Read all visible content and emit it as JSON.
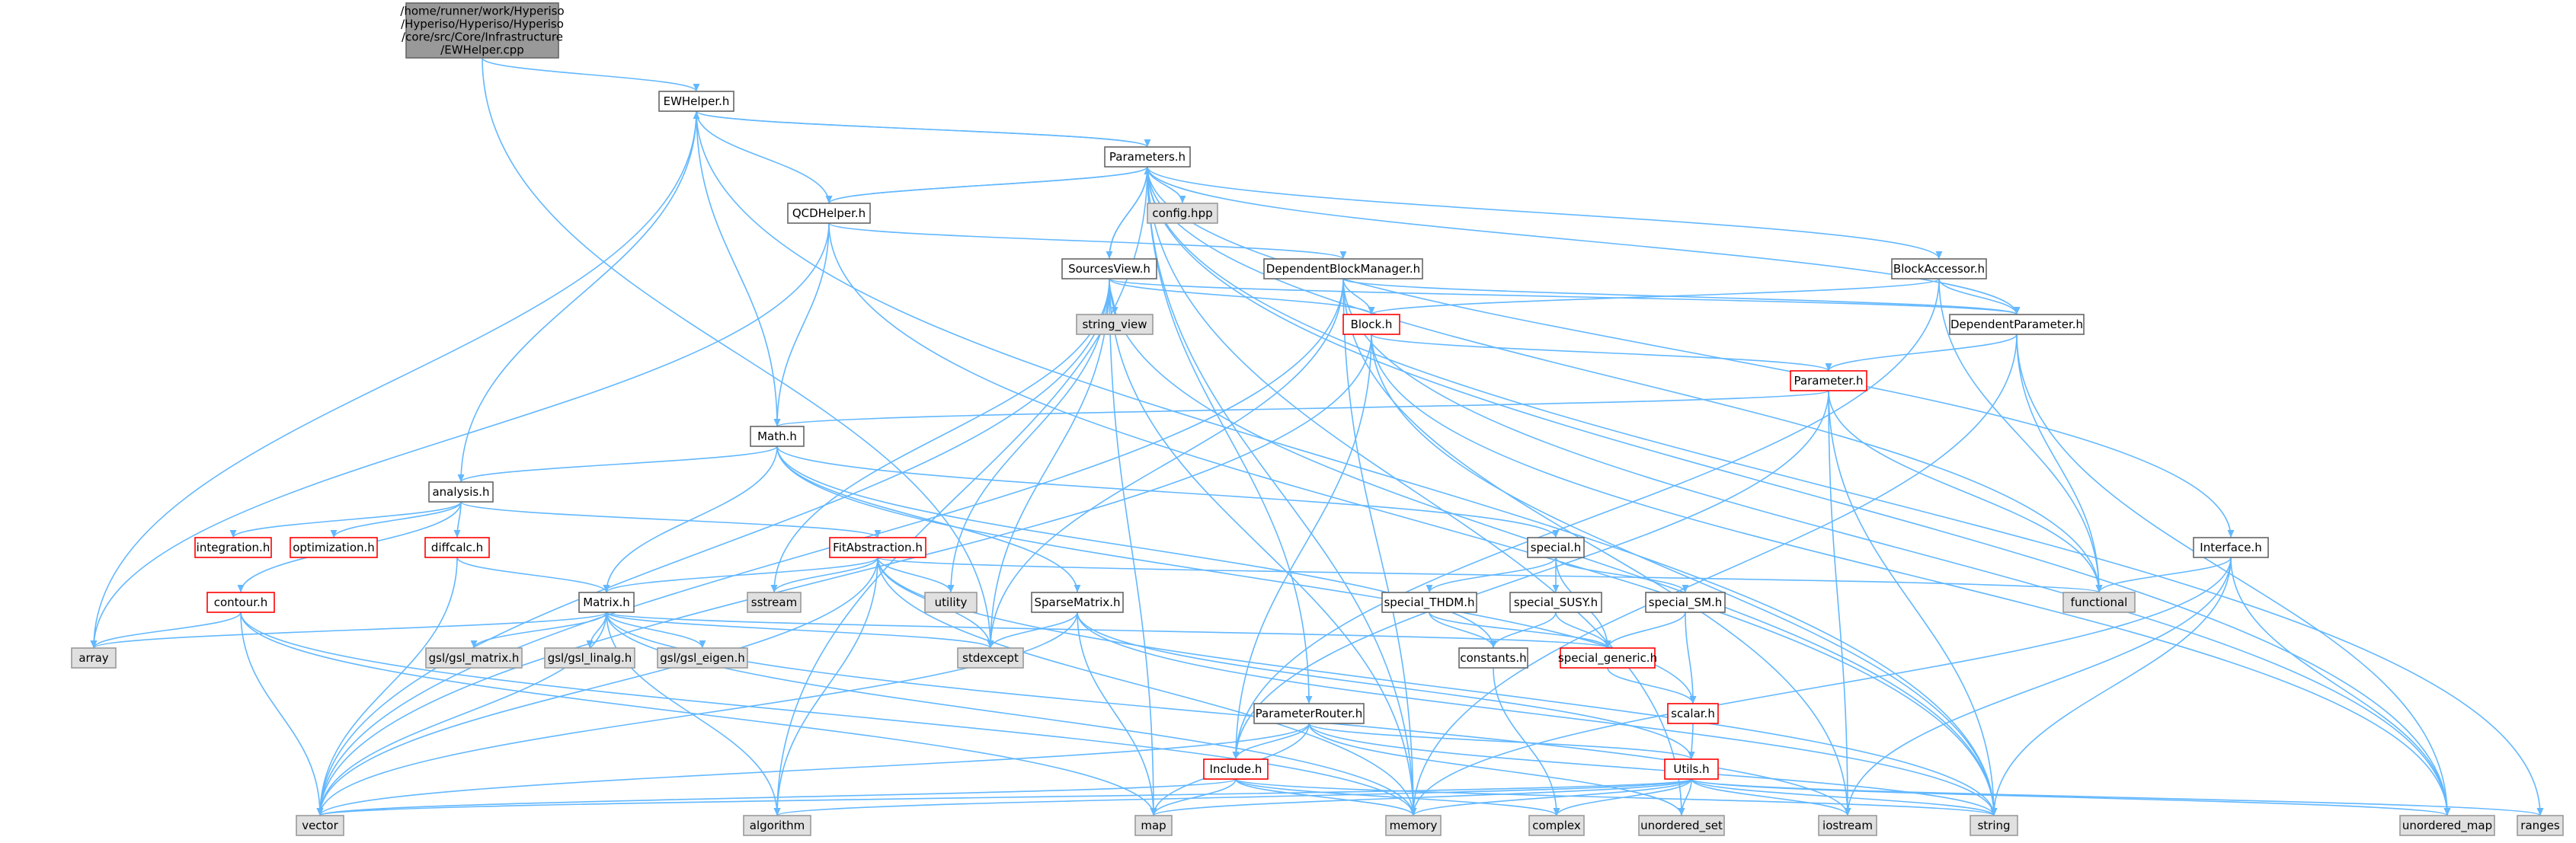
{
  "theme": {
    "edge_color": "#63b8ff",
    "node_default_fill": "#ffffff",
    "node_default_stroke": "#666666",
    "node_system_fill": "#e0e0e0",
    "node_system_stroke": "#999999",
    "node_red_stroke": "#ff0000",
    "node_root_fill": "#999999",
    "node_root_stroke": "#666666"
  },
  "nodes": [
    {
      "id": "root",
      "lines": [
        "/home/runner/work/Hyperiso",
        "/Hyperiso/Hyperiso/Hyperiso",
        "/core/src/Core/Infrastructure",
        "/EWHelper.cpp"
      ],
      "style": "root"
    },
    {
      "id": "ewhelper",
      "lines": [
        "EWHelper.h"
      ],
      "style": "default"
    },
    {
      "id": "parameters",
      "lines": [
        "Parameters.h"
      ],
      "style": "default"
    },
    {
      "id": "config",
      "lines": [
        "config.hpp"
      ],
      "style": "system"
    },
    {
      "id": "qcdhelper",
      "lines": [
        "QCDHelper.h"
      ],
      "style": "default"
    },
    {
      "id": "sourcesview",
      "lines": [
        "SourcesView.h"
      ],
      "style": "default"
    },
    {
      "id": "depblockmgr",
      "lines": [
        "DependentBlockManager.h"
      ],
      "style": "default"
    },
    {
      "id": "blockaccessor",
      "lines": [
        "BlockAccessor.h"
      ],
      "style": "default"
    },
    {
      "id": "string_view",
      "lines": [
        "string_view"
      ],
      "style": "system"
    },
    {
      "id": "block",
      "lines": [
        "Block.h"
      ],
      "style": "red"
    },
    {
      "id": "depparam",
      "lines": [
        "DependentParameter.h"
      ],
      "style": "default"
    },
    {
      "id": "parameter",
      "lines": [
        "Parameter.h"
      ],
      "style": "red"
    },
    {
      "id": "math",
      "lines": [
        "Math.h"
      ],
      "style": "default"
    },
    {
      "id": "analysis",
      "lines": [
        "analysis.h"
      ],
      "style": "default"
    },
    {
      "id": "integration",
      "lines": [
        "integration.h"
      ],
      "style": "red"
    },
    {
      "id": "optimization",
      "lines": [
        "optimization.h"
      ],
      "style": "red"
    },
    {
      "id": "diffcalc",
      "lines": [
        "diffcalc.h"
      ],
      "style": "red"
    },
    {
      "id": "fitabstraction",
      "lines": [
        "FitAbstraction.h"
      ],
      "style": "red"
    },
    {
      "id": "special",
      "lines": [
        "special.h"
      ],
      "style": "default"
    },
    {
      "id": "interface",
      "lines": [
        "Interface.h"
      ],
      "style": "default"
    },
    {
      "id": "contour",
      "lines": [
        "contour.h"
      ],
      "style": "red"
    },
    {
      "id": "matrix",
      "lines": [
        "Matrix.h"
      ],
      "style": "default"
    },
    {
      "id": "sstream",
      "lines": [
        "sstream"
      ],
      "style": "system"
    },
    {
      "id": "utility",
      "lines": [
        "utility"
      ],
      "style": "system"
    },
    {
      "id": "sparsematrix",
      "lines": [
        "SparseMatrix.h"
      ],
      "style": "default"
    },
    {
      "id": "special_thdm",
      "lines": [
        "special_THDM.h"
      ],
      "style": "default"
    },
    {
      "id": "special_susy",
      "lines": [
        "special_SUSY.h"
      ],
      "style": "default"
    },
    {
      "id": "special_sm",
      "lines": [
        "special_SM.h"
      ],
      "style": "default"
    },
    {
      "id": "functional",
      "lines": [
        "functional"
      ],
      "style": "system"
    },
    {
      "id": "array",
      "lines": [
        "array"
      ],
      "style": "system"
    },
    {
      "id": "gsl_matrix",
      "lines": [
        "gsl/gsl_matrix.h"
      ],
      "style": "system"
    },
    {
      "id": "gsl_linalg",
      "lines": [
        "gsl/gsl_linalg.h"
      ],
      "style": "system"
    },
    {
      "id": "gsl_eigen",
      "lines": [
        "gsl/gsl_eigen.h"
      ],
      "style": "system"
    },
    {
      "id": "stdexcept",
      "lines": [
        "stdexcept"
      ],
      "style": "system"
    },
    {
      "id": "constants",
      "lines": [
        "constants.h"
      ],
      "style": "default"
    },
    {
      "id": "special_generic",
      "lines": [
        "special_generic.h"
      ],
      "style": "red"
    },
    {
      "id": "scalar",
      "lines": [
        "scalar.h"
      ],
      "style": "red"
    },
    {
      "id": "paramrouter",
      "lines": [
        "ParameterRouter.h"
      ],
      "style": "default"
    },
    {
      "id": "include",
      "lines": [
        "Include.h"
      ],
      "style": "red"
    },
    {
      "id": "utils",
      "lines": [
        "Utils.h"
      ],
      "style": "red"
    },
    {
      "id": "vector",
      "lines": [
        "vector"
      ],
      "style": "system"
    },
    {
      "id": "algorithm",
      "lines": [
        "algorithm"
      ],
      "style": "system"
    },
    {
      "id": "map",
      "lines": [
        "map"
      ],
      "style": "system"
    },
    {
      "id": "memory",
      "lines": [
        "memory"
      ],
      "style": "system"
    },
    {
      "id": "complex",
      "lines": [
        "complex"
      ],
      "style": "system"
    },
    {
      "id": "unordered_set",
      "lines": [
        "unordered_set"
      ],
      "style": "system"
    },
    {
      "id": "iostream",
      "lines": [
        "iostream"
      ],
      "style": "system"
    },
    {
      "id": "string",
      "lines": [
        "string"
      ],
      "style": "system"
    },
    {
      "id": "unordered_map",
      "lines": [
        "unordered_map"
      ],
      "style": "system"
    },
    {
      "id": "ranges",
      "lines": [
        "ranges"
      ],
      "style": "system"
    }
  ],
  "edges": [
    [
      "root",
      "ewhelper"
    ],
    [
      "root",
      "stdexcept"
    ],
    [
      "ewhelper",
      "parameters"
    ],
    [
      "ewhelper",
      "qcdhelper"
    ],
    [
      "ewhelper",
      "math"
    ],
    [
      "ewhelper",
      "analysis"
    ],
    [
      "ewhelper",
      "array"
    ],
    [
      "ewhelper",
      "string"
    ],
    [
      "parameters",
      "ewhelper"
    ],
    [
      "parameters",
      "config"
    ],
    [
      "parameters",
      "qcdhelper"
    ],
    [
      "parameters",
      "sourcesview"
    ],
    [
      "parameters",
      "blockaccessor"
    ],
    [
      "parameters",
      "depparam"
    ],
    [
      "parameters",
      "interface"
    ],
    [
      "parameters",
      "paramrouter"
    ],
    [
      "parameters",
      "functional"
    ],
    [
      "parameters",
      "memory"
    ],
    [
      "parameters",
      "algorithm"
    ],
    [
      "parameters",
      "unordered_map"
    ],
    [
      "parameters",
      "unordered_set"
    ],
    [
      "parameters",
      "ranges"
    ],
    [
      "qcdhelper",
      "parameters"
    ],
    [
      "qcdhelper",
      "math"
    ],
    [
      "qcdhelper",
      "depblockmgr"
    ],
    [
      "qcdhelper",
      "array"
    ],
    [
      "qcdhelper",
      "string"
    ],
    [
      "sourcesview",
      "parameters"
    ],
    [
      "sourcesview",
      "string_view"
    ],
    [
      "sourcesview",
      "block"
    ],
    [
      "sourcesview",
      "depparam"
    ],
    [
      "sourcesview",
      "vector"
    ],
    [
      "sourcesview",
      "utility"
    ],
    [
      "sourcesview",
      "stdexcept"
    ],
    [
      "sourcesview",
      "sstream"
    ],
    [
      "sourcesview",
      "memory"
    ],
    [
      "sourcesview",
      "string"
    ],
    [
      "sourcesview",
      "map"
    ],
    [
      "depblockmgr",
      "block"
    ],
    [
      "depblockmgr",
      "depparam"
    ],
    [
      "depblockmgr",
      "vector"
    ],
    [
      "depblockmgr",
      "memory"
    ],
    [
      "depblockmgr",
      "unordered_map"
    ],
    [
      "depblockmgr",
      "iostream"
    ],
    [
      "depblockmgr",
      "stdexcept"
    ],
    [
      "blockaccessor",
      "block"
    ],
    [
      "blockaccessor",
      "depparam"
    ],
    [
      "blockaccessor",
      "include"
    ],
    [
      "blockaccessor",
      "functional"
    ],
    [
      "block",
      "parameter"
    ],
    [
      "block",
      "include"
    ],
    [
      "block",
      "vector"
    ],
    [
      "block",
      "string"
    ],
    [
      "block",
      "unordered_map"
    ],
    [
      "depparam",
      "parameter"
    ],
    [
      "depparam",
      "functional"
    ],
    [
      "depparam",
      "memory"
    ],
    [
      "depparam",
      "unordered_map"
    ],
    [
      "parameter",
      "math"
    ],
    [
      "parameter",
      "include"
    ],
    [
      "parameter",
      "string"
    ],
    [
      "parameter",
      "functional"
    ],
    [
      "parameter",
      "iostream"
    ],
    [
      "math",
      "analysis"
    ],
    [
      "math",
      "matrix"
    ],
    [
      "math",
      "sparsematrix"
    ],
    [
      "math",
      "special"
    ],
    [
      "math",
      "scalar"
    ],
    [
      "math",
      "constants"
    ],
    [
      "analysis",
      "integration"
    ],
    [
      "analysis",
      "optimization"
    ],
    [
      "analysis",
      "diffcalc"
    ],
    [
      "analysis",
      "fitabstraction"
    ],
    [
      "analysis",
      "contour"
    ],
    [
      "diffcalc",
      "matrix"
    ],
    [
      "diffcalc",
      "vector"
    ],
    [
      "fitabstraction",
      "matrix"
    ],
    [
      "fitabstraction",
      "sstream"
    ],
    [
      "fitabstraction",
      "utility"
    ],
    [
      "fitabstraction",
      "stdexcept"
    ],
    [
      "fitabstraction",
      "functional"
    ],
    [
      "fitabstraction",
      "memory"
    ],
    [
      "fitabstraction",
      "string"
    ],
    [
      "fitabstraction",
      "vector"
    ],
    [
      "fitabstraction",
      "algorithm"
    ],
    [
      "contour",
      "array"
    ],
    [
      "contour",
      "vector"
    ],
    [
      "contour",
      "map"
    ],
    [
      "contour",
      "memory"
    ],
    [
      "matrix",
      "array"
    ],
    [
      "matrix",
      "vector"
    ],
    [
      "matrix",
      "gsl_matrix"
    ],
    [
      "matrix",
      "gsl_linalg"
    ],
    [
      "matrix",
      "gsl_eigen"
    ],
    [
      "matrix",
      "stdexcept"
    ],
    [
      "matrix",
      "special_generic"
    ],
    [
      "matrix",
      "algorithm"
    ],
    [
      "matrix",
      "memory"
    ],
    [
      "matrix",
      "iostream"
    ],
    [
      "sparsematrix",
      "stdexcept"
    ],
    [
      "sparsematrix",
      "map"
    ],
    [
      "sparsematrix",
      "vector"
    ],
    [
      "sparsematrix",
      "string"
    ],
    [
      "sparsematrix",
      "utils"
    ],
    [
      "special",
      "special_thdm"
    ],
    [
      "special",
      "special_susy"
    ],
    [
      "special",
      "special_sm"
    ],
    [
      "special",
      "special_generic"
    ],
    [
      "special_thdm",
      "constants"
    ],
    [
      "special_thdm",
      "special_generic"
    ],
    [
      "special_susy",
      "constants"
    ],
    [
      "special_susy",
      "special_generic"
    ],
    [
      "special_sm",
      "special_generic"
    ],
    [
      "special_sm",
      "scalar"
    ],
    [
      "constants",
      "complex"
    ],
    [
      "special_generic",
      "scalar"
    ],
    [
      "scalar",
      "utils"
    ],
    [
      "interface",
      "functional"
    ],
    [
      "interface",
      "string"
    ],
    [
      "interface",
      "memory"
    ],
    [
      "interface",
      "unordered_map"
    ],
    [
      "interface",
      "iostream"
    ],
    [
      "paramrouter",
      "include"
    ],
    [
      "paramrouter",
      "utils"
    ],
    [
      "paramrouter",
      "map"
    ],
    [
      "paramrouter",
      "vector"
    ],
    [
      "paramrouter",
      "string"
    ],
    [
      "paramrouter",
      "unordered_set"
    ],
    [
      "include",
      "vector"
    ],
    [
      "include",
      "map"
    ],
    [
      "include",
      "memory"
    ],
    [
      "include",
      "complex"
    ],
    [
      "include",
      "string"
    ],
    [
      "utils",
      "vector"
    ],
    [
      "utils",
      "algorithm"
    ],
    [
      "utils",
      "map"
    ],
    [
      "utils",
      "memory"
    ],
    [
      "utils",
      "complex"
    ],
    [
      "utils",
      "unordered_set"
    ],
    [
      "utils",
      "iostream"
    ],
    [
      "utils",
      "string"
    ],
    [
      "utils",
      "unordered_map"
    ],
    [
      "utils",
      "ranges"
    ]
  ]
}
